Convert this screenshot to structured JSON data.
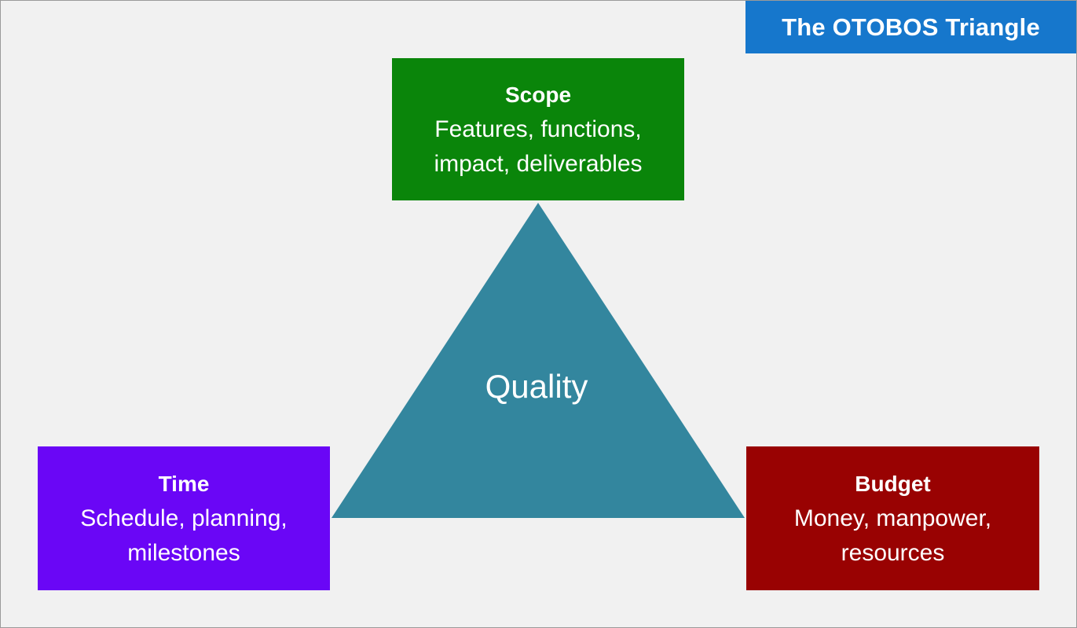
{
  "title": "The OTOBOS Triangle",
  "center": {
    "label": "Quality"
  },
  "nodes": {
    "scope": {
      "heading": "Scope",
      "line1": "Features, functions,",
      "line2": "impact, deliverables"
    },
    "time": {
      "heading": "Time",
      "line1": "Schedule, planning,",
      "line2": "milestones"
    },
    "budget": {
      "heading": "Budget",
      "line1": "Money, manpower,",
      "line2": "resources"
    }
  },
  "colors": {
    "background": "#f1f1f1",
    "title_badge": "#1677cc",
    "scope": "#0a850a",
    "time": "#6a06f6",
    "budget": "#990202",
    "triangle": "#33869e",
    "text": "#ffffff"
  }
}
